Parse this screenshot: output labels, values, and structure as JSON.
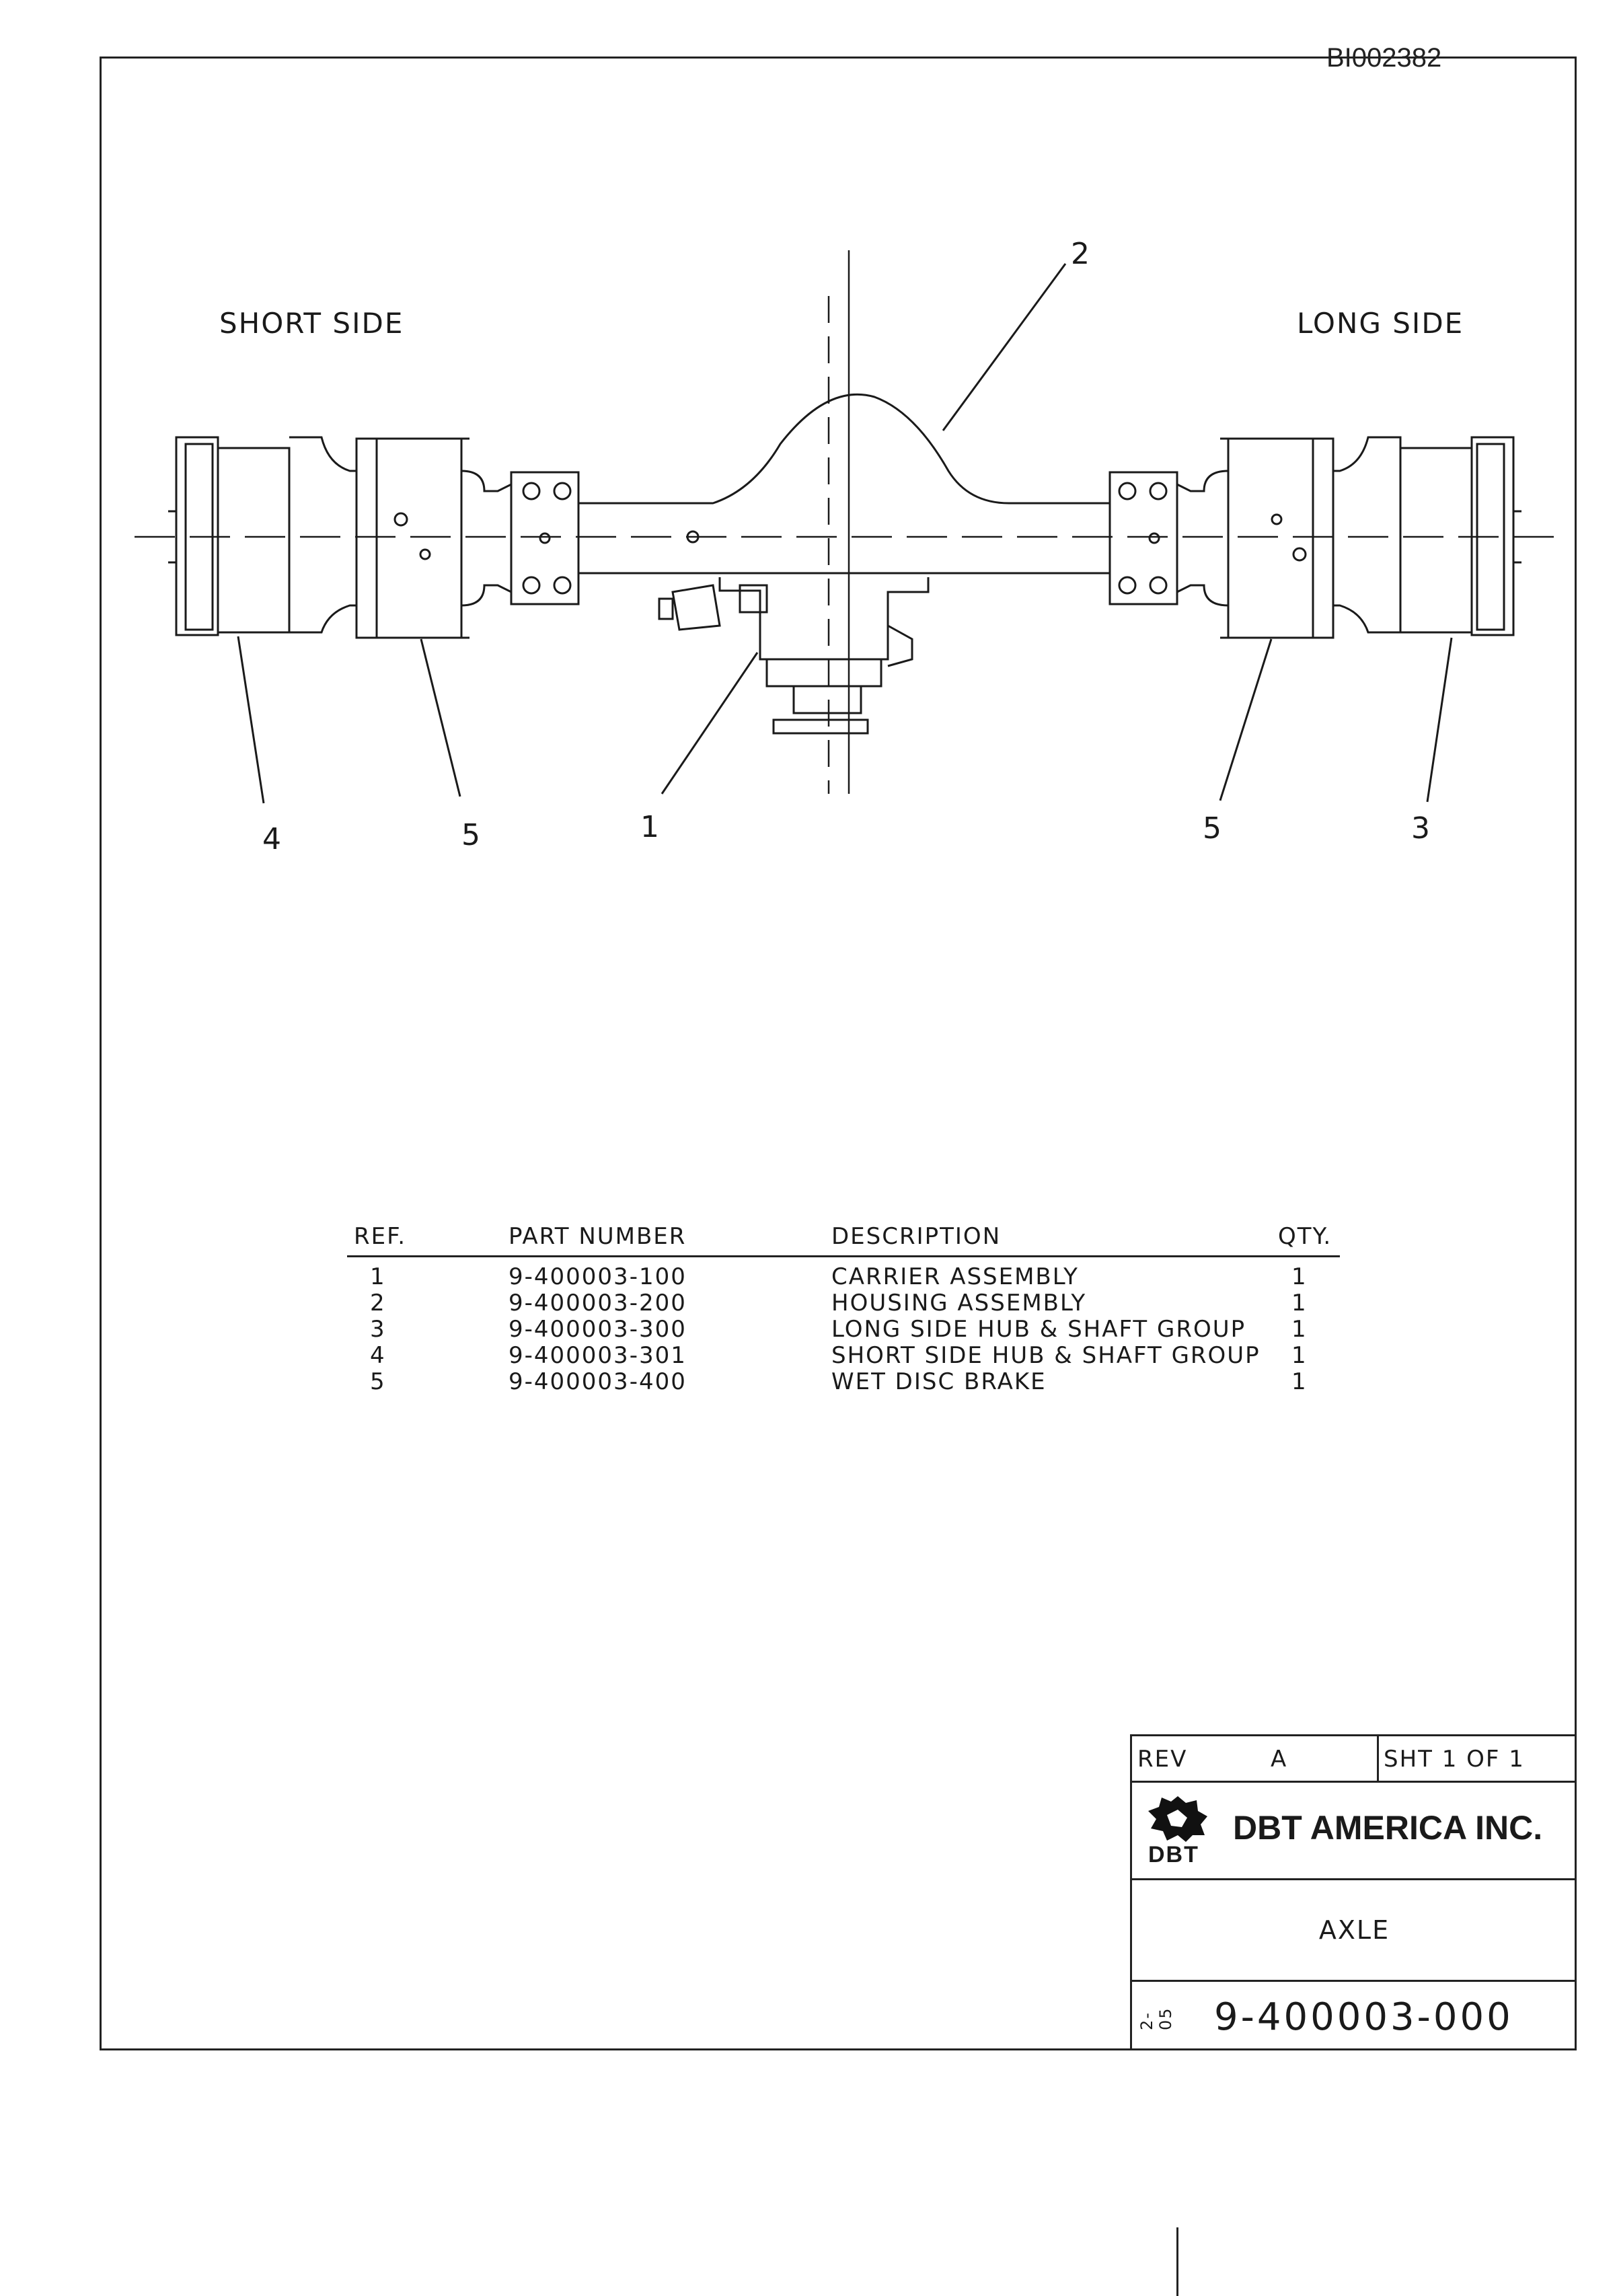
{
  "document": {
    "id": "BI002382"
  },
  "drawing": {
    "short_side_label": "SHORT SIDE",
    "long_side_label": "LONG SIDE",
    "callouts": {
      "c1": "1",
      "c2": "2",
      "c3": "3",
      "c4": "4",
      "c5a": "5",
      "c5b": "5"
    }
  },
  "parts_table": {
    "headers": {
      "ref": "REF.",
      "part_number": "PART NUMBER",
      "description": "DESCRIPTION",
      "qty": "QTY."
    },
    "rows": [
      {
        "ref": "1",
        "part_number": "9-400003-100",
        "description": "CARRIER ASSEMBLY",
        "qty": "1"
      },
      {
        "ref": "2",
        "part_number": "9-400003-200",
        "description": "HOUSING ASSEMBLY",
        "qty": "1"
      },
      {
        "ref": "3",
        "part_number": "9-400003-300",
        "description": "LONG SIDE HUB & SHAFT GROUP",
        "qty": "1"
      },
      {
        "ref": "4",
        "part_number": "9-400003-301",
        "description": "SHORT SIDE HUB & SHAFT GROUP",
        "qty": "1"
      },
      {
        "ref": "5",
        "part_number": "9-400003-400",
        "description": "WET DISC BRAKE",
        "qty": "1"
      }
    ]
  },
  "title_block": {
    "rev_label": "REV",
    "rev_value": "A",
    "sheet": "SHT 1 OF 1",
    "company": "DBT AMERICA INC.",
    "logo_text": "DBT",
    "title": "AXLE",
    "date_code": "2-05",
    "drawing_number": "9-400003-000"
  }
}
